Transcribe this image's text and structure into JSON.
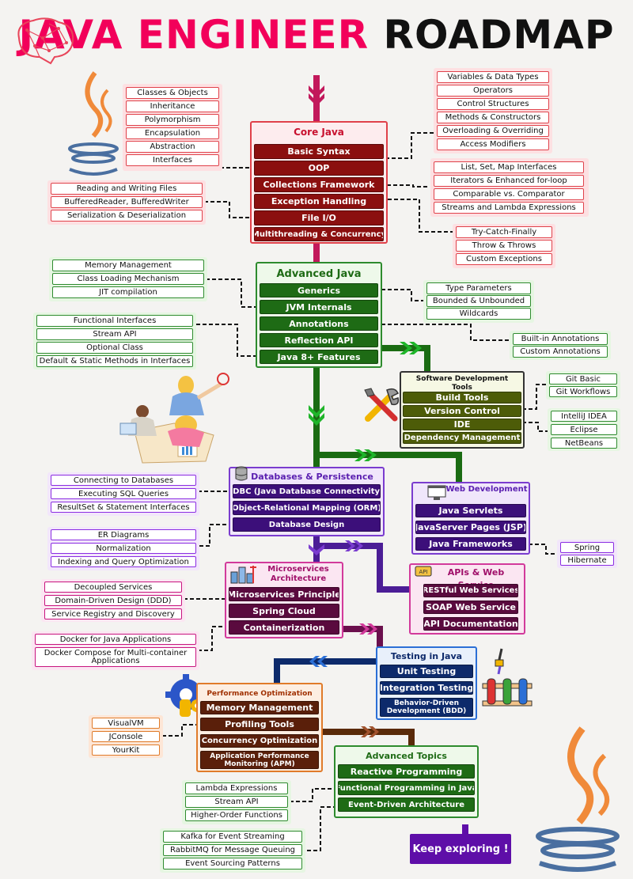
{
  "title": {
    "part1": "JAVA ENGINEER",
    "part2": "ROADMAP"
  },
  "core": {
    "title": "Core Java",
    "items": [
      "Basic Syntax",
      "OOP",
      "Collections Framework",
      "Exception Handling",
      "File I/O",
      "Multithreading & Concurrency"
    ],
    "oop_topics": [
      "Classes & Objects",
      "Inheritance",
      "Polymorphism",
      "Encapsulation",
      "Abstraction",
      "Interfaces"
    ],
    "basics_topics": [
      "Variables & Data Types",
      "Operators",
      "Control Structures",
      "Methods & Constructors",
      "Overloading & Overriding",
      "Access Modifiers"
    ],
    "collections_topics": [
      "List, Set, Map Interfaces",
      "Iterators & Enhanced for-loop",
      "Comparable vs. Comparator",
      "Streams and Lambda Expressions"
    ],
    "exception_topics": [
      "Try-Catch-Finally",
      "Throw & Throws",
      "Custom Exceptions"
    ],
    "file_topics": [
      "Reading and Writing Files",
      "BufferedReader, BufferedWriter",
      "Serialization & Deserialization"
    ]
  },
  "advanced": {
    "title": "Advanced Java",
    "items": [
      "Generics",
      "JVM Internals",
      "Annotations",
      "Reflection API",
      "Java 8+ Features"
    ],
    "jvm_topics": [
      "Memory Management",
      "Class Loading Mechanism",
      "JIT compilation"
    ],
    "java8_topics": [
      "Functional Interfaces",
      "Stream API",
      "Optional Class",
      "Default & Static Methods in Interfaces"
    ],
    "generics_topics": [
      "Type Parameters",
      "Bounded & Unbounded",
      "Wildcards"
    ],
    "annotation_topics": [
      "Built-in Annotations",
      "Custom Annotations"
    ]
  },
  "sdt": {
    "title": "Software Development Tools",
    "items": [
      "Build Tools",
      "Version Control",
      "IDE",
      "Dependency Management"
    ],
    "vcs_topics": [
      "Git Basic",
      "Git Workflows"
    ],
    "ide_topics": [
      "IntelliJ IDEA",
      "Eclipse",
      "NetBeans"
    ]
  },
  "db": {
    "title": "Databases & Persistence",
    "items": [
      "JDBC (Java Database Connectivity)",
      "Object-Relational Mapping (ORM)",
      "Database Design"
    ],
    "jdbc_topics": [
      "Connecting to Databases",
      "Executing SQL Queries",
      "ResultSet & Statement Interfaces"
    ],
    "design_topics": [
      "ER Diagrams",
      "Normalization",
      "Indexing and Query Optimization"
    ]
  },
  "web": {
    "title": "Web Development",
    "items": [
      "Java Servlets",
      "JavaServer Pages (JSP)",
      "Java Frameworks"
    ],
    "framework_topics": [
      "Spring",
      "Hibernate"
    ]
  },
  "micro": {
    "title": "Microservices Architecture",
    "items": [
      "Microservices Principle",
      "Spring Cloud",
      "Containerization"
    ],
    "principle_topics": [
      "Decoupled Services",
      "Domain-Driven Design (DDD)",
      "Service Registry and Discovery"
    ],
    "container_topics": [
      "Docker for Java Applications",
      "Docker Compose for Multi-container Applications"
    ]
  },
  "apis": {
    "title": "APIs & Web Service",
    "items": [
      "RESTful Web Services",
      "SOAP Web Service",
      "API Documentation"
    ]
  },
  "testing": {
    "title": "Testing in Java",
    "items": [
      "Unit Testing",
      "Integration Testing",
      "Behavior-Driven Development (BDD)"
    ]
  },
  "perf": {
    "title": "Performance Optimization",
    "items": [
      "Memory Management",
      "Profiling Tools",
      "Concurrency Optimization",
      "Application Performance Monitoring (APM)"
    ],
    "profiling_topics": [
      "VisualVM",
      "JConsole",
      "YourKit"
    ]
  },
  "adv_topics": {
    "title": "Advanced Topics",
    "items": [
      "Reactive Programming",
      "Functional Programming in Java",
      "Event-Driven Architecture"
    ],
    "fp_topics": [
      "Lambda Expressions",
      "Stream API",
      "Higher-Order Functions"
    ],
    "event_topics": [
      "Kafka for Event Streaming",
      "RabbitMQ for Message Queuing",
      "Event Sourcing Patterns"
    ]
  },
  "keep": "Keep exploring !",
  "colors": {
    "pink_title": "#f2005a",
    "core_dark_red": "#8b0f0f",
    "adv_green": "#1e6b15",
    "sdt_olive": "#4d5c08",
    "db_purple": "#3c0f7a",
    "micro_plum": "#5a0a3e",
    "testing_navy": "#0d2a6b",
    "perf_brown": "#5a1f0a"
  },
  "icons": [
    "brain-icon",
    "java-logo-icon",
    "tools-icon",
    "team-illustration-icon",
    "database-icon",
    "web-icon",
    "microservice-icon",
    "api-icon",
    "test-tube-icon",
    "gear-icon"
  ]
}
